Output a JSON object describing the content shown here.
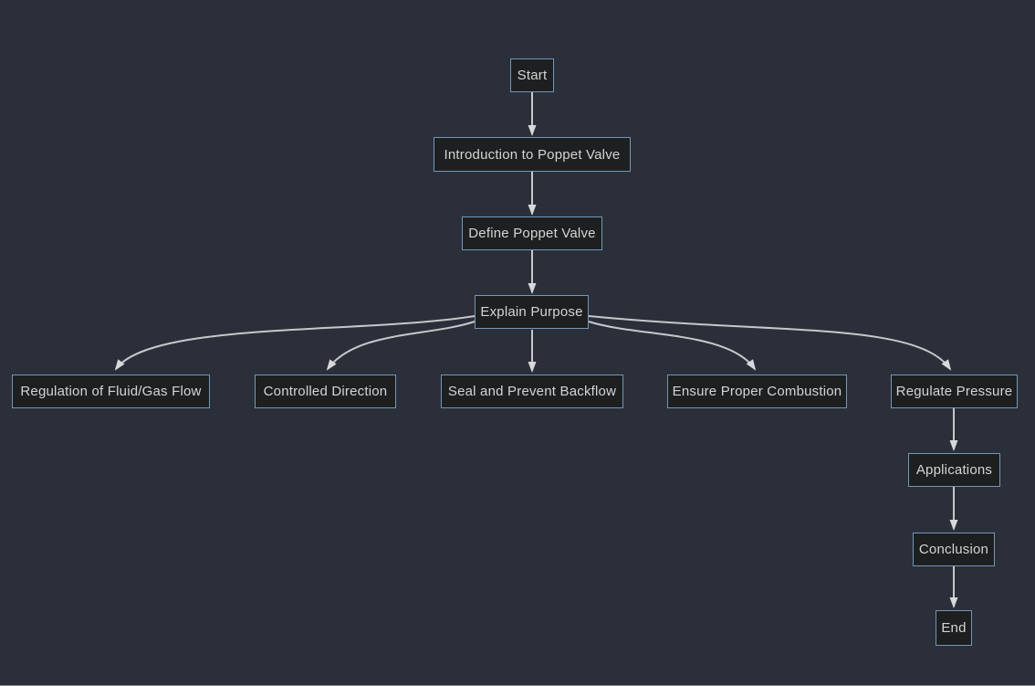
{
  "diagram": {
    "type": "flowchart",
    "direction": "top-down",
    "nodes": {
      "start": {
        "label": "Start"
      },
      "intro": {
        "label": "Introduction to Poppet Valve"
      },
      "define": {
        "label": "Define Poppet Valve"
      },
      "explain": {
        "label": "Explain Purpose"
      },
      "regulation": {
        "label": "Regulation of Fluid/Gas Flow"
      },
      "direction": {
        "label": "Controlled Direction"
      },
      "seal": {
        "label": "Seal and Prevent Backflow"
      },
      "combustion": {
        "label": "Ensure Proper Combustion"
      },
      "pressure": {
        "label": "Regulate Pressure"
      },
      "applications": {
        "label": "Applications"
      },
      "conclusion": {
        "label": "Conclusion"
      },
      "end": {
        "label": "End"
      }
    },
    "edges": [
      {
        "from": "start",
        "to": "intro"
      },
      {
        "from": "intro",
        "to": "define"
      },
      {
        "from": "define",
        "to": "explain"
      },
      {
        "from": "explain",
        "to": "regulation"
      },
      {
        "from": "explain",
        "to": "direction"
      },
      {
        "from": "explain",
        "to": "seal"
      },
      {
        "from": "explain",
        "to": "combustion"
      },
      {
        "from": "explain",
        "to": "pressure"
      },
      {
        "from": "pressure",
        "to": "applications"
      },
      {
        "from": "applications",
        "to": "conclusion"
      },
      {
        "from": "conclusion",
        "to": "end"
      }
    ],
    "colors": {
      "background": "#2b2f3a",
      "node_fill": "#1e1f20",
      "node_border": "#7497b8",
      "node_text": "#d4d4d4",
      "edge_line": "#c6c8ca",
      "arrowhead": "#d6d8da"
    }
  }
}
